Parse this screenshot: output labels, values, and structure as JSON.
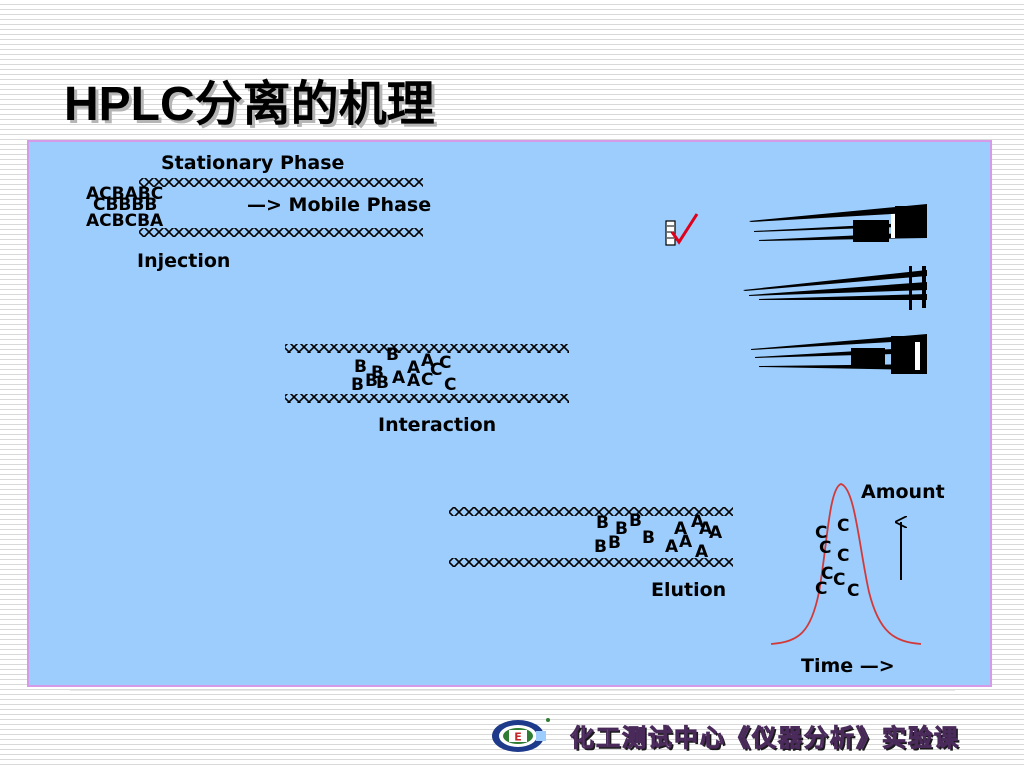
{
  "slide": {
    "title": "HPLC分离的机理"
  },
  "diagram": {
    "stationary_phase_label": "Stationary Phase",
    "mobile_phase_label": "—> Mobile Phase",
    "injection_label": "Injection",
    "interaction_label": "Interaction",
    "elution_label": "Elution",
    "amount_label": "Amount",
    "time_label": "Time —>",
    "injection_molecules": [
      "ACBABC",
      "CBBBB",
      "ACBCBA"
    ],
    "peak_molecule": "C",
    "accent_color": "#e0001b",
    "peak_color": "#d23a3a"
  },
  "footer": {
    "course_text": "化工测试中心《仪器分析》实验课"
  }
}
